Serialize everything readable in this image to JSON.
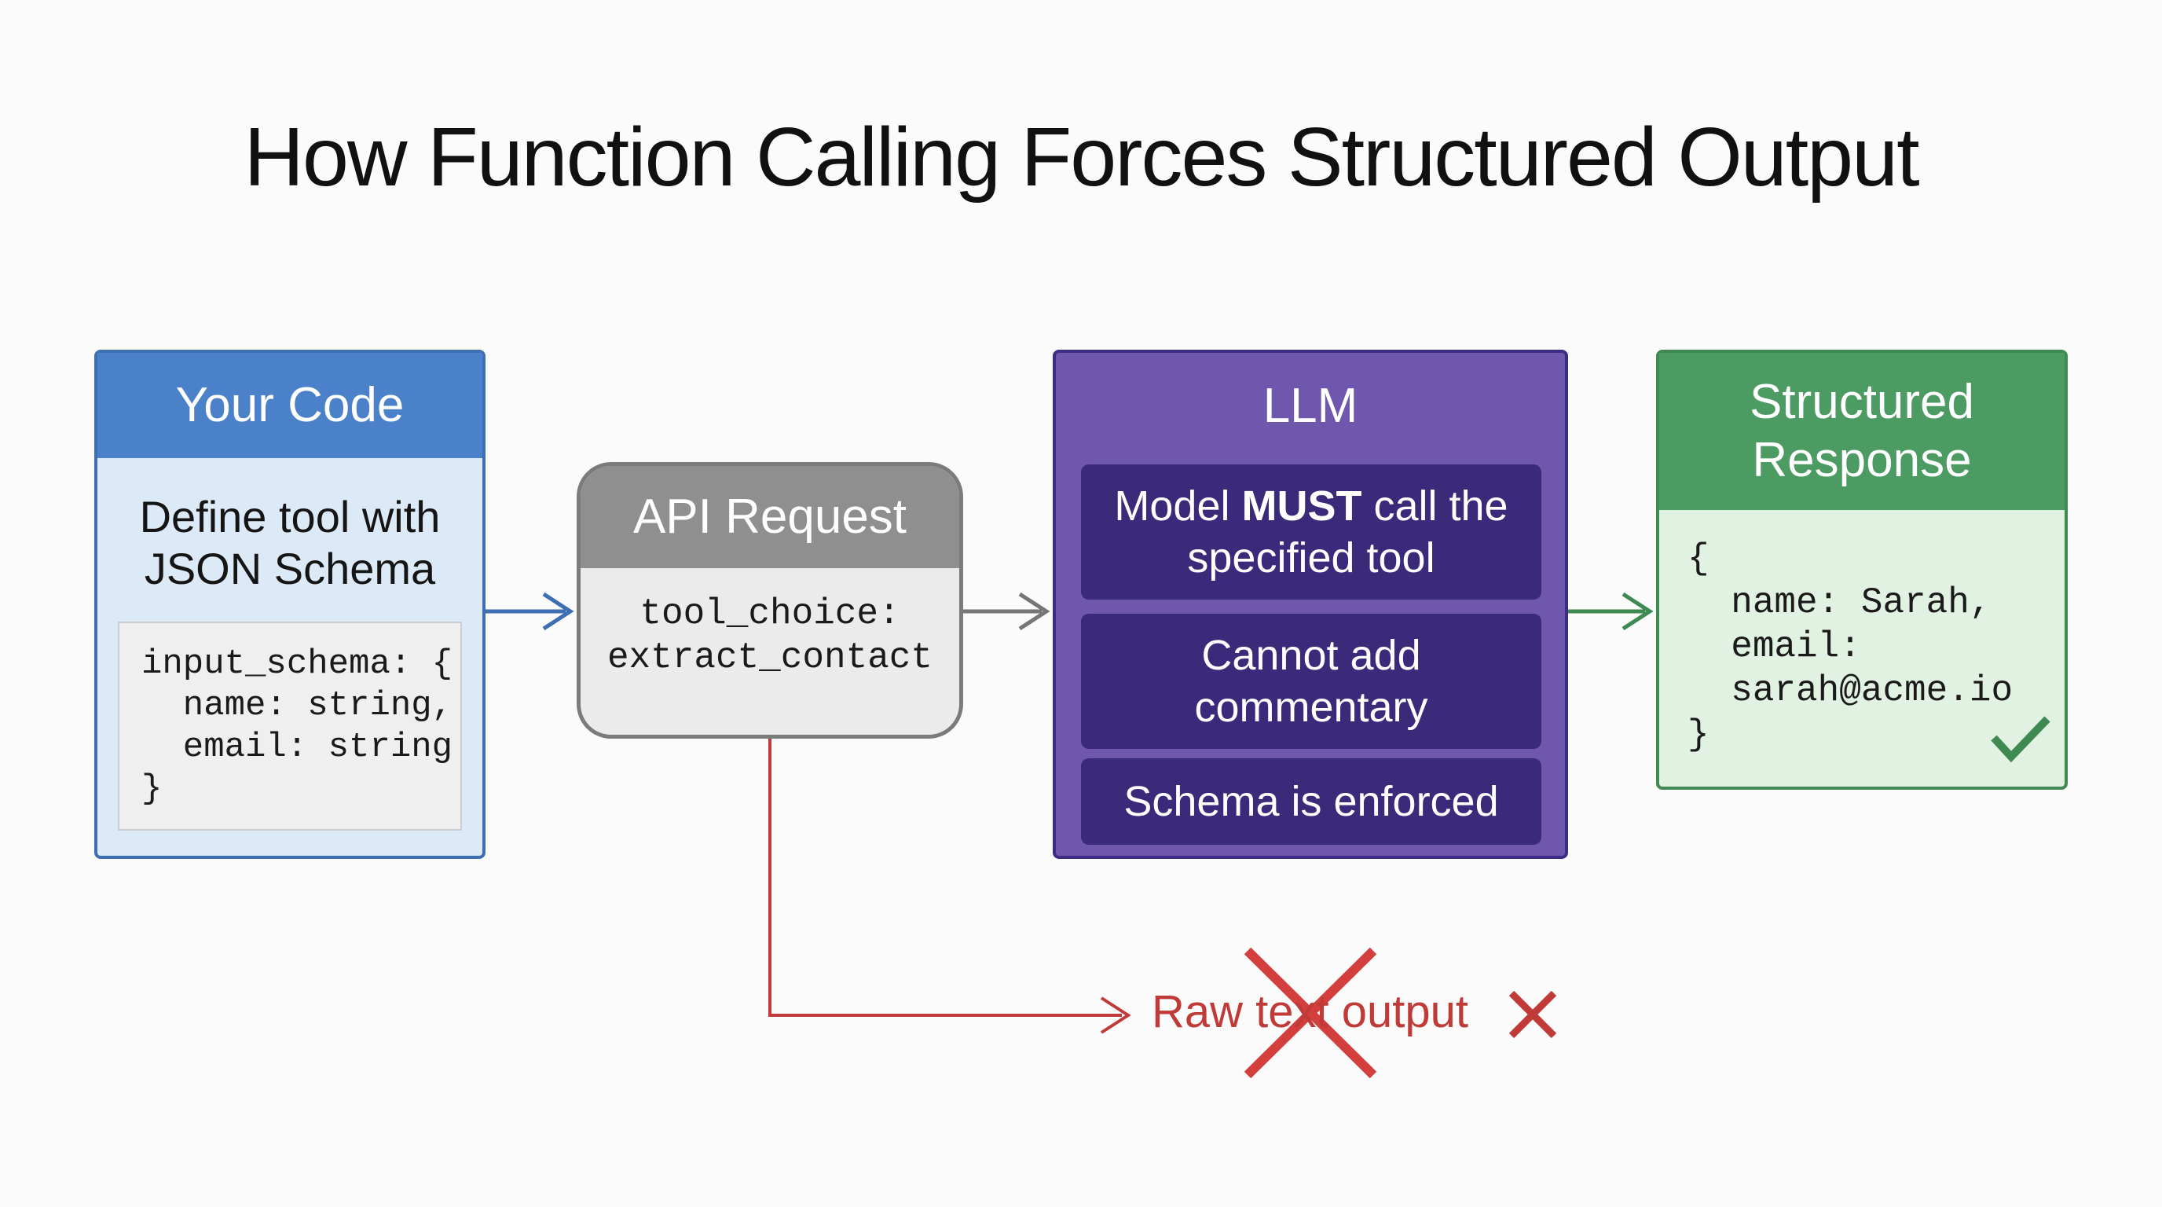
{
  "title": "How  Function Calling Forces Structured Output",
  "your_code": {
    "header": "Your Code",
    "description_lines": [
      "Define tool with",
      "JSON Schema"
    ],
    "code_lines": [
      "input_schema: {",
      "  name: string,",
      "  email: string",
      "}"
    ]
  },
  "api_request": {
    "header": "API Request",
    "body_lines": [
      "tool_choice:",
      "extract_contact"
    ]
  },
  "llm": {
    "header": "LLM",
    "item1_lines": [
      "Model MUST call the",
      "specified tool"
    ],
    "item2_lines": [
      "Cannot add",
      "commentary"
    ],
    "item3": "Schema is enforced"
  },
  "structured_response": {
    "header_lines": [
      "Structured",
      "Response"
    ],
    "code_lines": [
      "{",
      "  name: Sarah,",
      "  email:",
      "  sarah@acme.io",
      "}"
    ]
  },
  "raw_text": "Raw text output",
  "colors": {
    "blue": "#4a81c8",
    "gray": "#8f8f8f",
    "purple": "#6f57ad",
    "green": "#4c9b62",
    "red": "#c03a38"
  },
  "icons": [
    "arrow-right-icon",
    "check-icon",
    "cross-icon"
  ]
}
